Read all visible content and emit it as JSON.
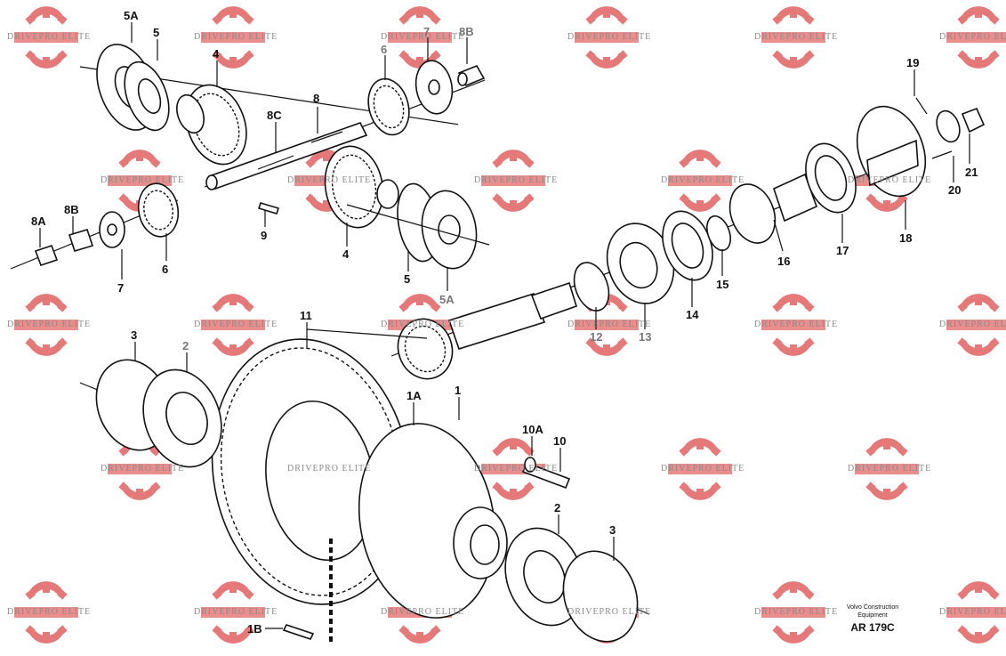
{
  "watermark": {
    "text": "DRIVEPRO ELITE",
    "color": "#e06060"
  },
  "labels": {
    "l5A_top": "5A",
    "l5_top": "5",
    "l4_top": "4",
    "l6_top": "6",
    "l7_top": "7",
    "l8B_top": "8B",
    "l8": "8",
    "l8C": "8C",
    "l8A_left": "8A",
    "l8B_left": "8B",
    "l7_left": "7",
    "l6_left": "6",
    "l9": "9",
    "l4_mid": "4",
    "l5_mid": "5",
    "l5A_mid": "5A",
    "l19": "19",
    "l21": "21",
    "l20": "20",
    "l18": "18",
    "l17": "17",
    "l16": "16",
    "l15": "15",
    "l14": "14",
    "l13": "13",
    "l12": "12",
    "l11": "11",
    "l3_left": "3",
    "l2_left": "2",
    "l1A": "1A",
    "l1": "1",
    "l10A": "10A",
    "l10": "10",
    "l2_right": "2",
    "l3_right": "3",
    "l1B": "1B"
  },
  "footer": {
    "company_line1": "Volvo Construction",
    "company_line2": "Equipment",
    "code": "AR 179C"
  }
}
